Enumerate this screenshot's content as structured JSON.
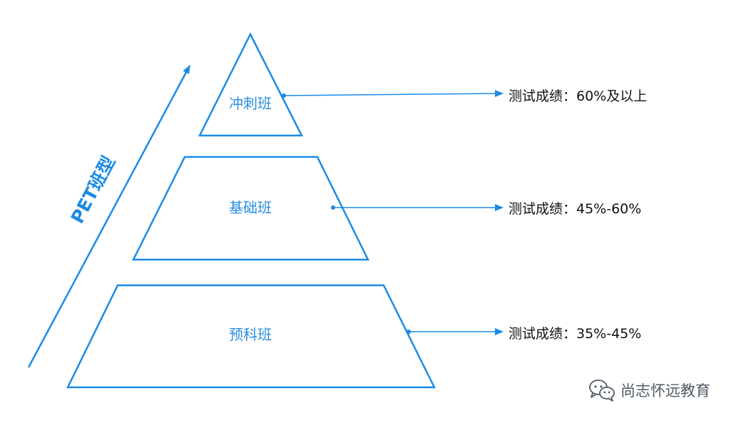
{
  "colors": {
    "accent": "#1b8be6",
    "tier_text": "#2a8ee0",
    "score_text": "#111111",
    "watermark": "#505a66"
  },
  "axis_label": "PET班型",
  "tiers": [
    {
      "label": "冲刺班",
      "score": "测试成绩：60%及以上"
    },
    {
      "label": "基础班",
      "score": "测试成绩：45%-60%"
    },
    {
      "label": "预科班",
      "score": "测试成绩：35%-45%"
    }
  ],
  "watermark": {
    "icon": "wechat-icon",
    "text": "尚志怀远教育"
  }
}
